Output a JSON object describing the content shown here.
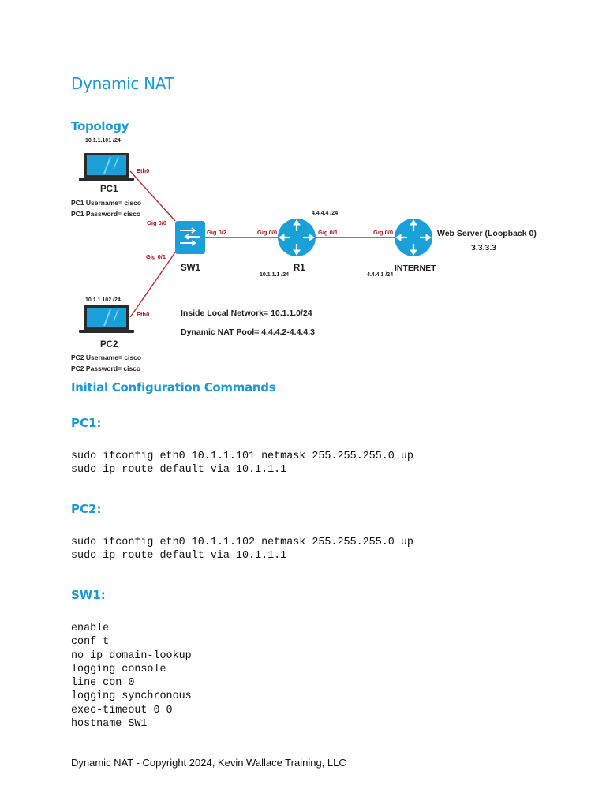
{
  "document": {
    "title": "Dynamic NAT",
    "topology_heading": "Topology",
    "initial_config_heading": "Initial Configuration Commands",
    "footer": "Dynamic NAT - Copyright 2024, Kevin Wallace Training, LLC"
  },
  "topology": {
    "pc1": {
      "ip": "10.1.1.101 /24",
      "name": "PC1",
      "username": "PC1 Username= cisco",
      "password": "PC1 Password= cisco",
      "iface": "Eth0"
    },
    "pc2": {
      "ip": "10.1.1.102 /24",
      "name": "PC2",
      "username": "PC2 Username= cisco",
      "password": "PC2 Password= cisco",
      "iface": "Eth0"
    },
    "sw1": {
      "name": "SW1",
      "port_pc1": "Gig 0/0",
      "port_pc2": "Gig 0/1",
      "port_r1": "Gig 0/2"
    },
    "r1": {
      "name": "R1",
      "ip_inside": "10.1.1.1 /24",
      "ip_outside": "4.4.4.4 /24",
      "port_inside": "Gig 0/0",
      "port_outside": "Gig 0/1"
    },
    "internet": {
      "name": "INTERNET",
      "ip": "4.4.4.1 /24",
      "port": "Gig 0/0",
      "server_label": "Web Server (Loopback 0)",
      "server_ip": "3.3.3.3"
    },
    "notes": {
      "inside_network": "Inside Local Network= 10.1.1.0/24",
      "nat_pool": "Dynamic NAT Pool= 4.4.4.2-4.4.4.3"
    },
    "colors": {
      "link": "#c0282e",
      "device_blue": "#1aa0d8",
      "device_dark": "#2b2b2b"
    }
  },
  "sections": [
    {
      "label": "PC1:",
      "code": "sudo ifconfig eth0 10.1.1.101 netmask 255.255.255.0 up\nsudo ip route default via 10.1.1.1"
    },
    {
      "label": "PC2:",
      "code": "sudo ifconfig eth0 10.1.1.102 netmask 255.255.255.0 up\nsudo ip route default via 10.1.1.1"
    },
    {
      "label": "SW1:",
      "code": "enable\nconf t\nno ip domain-lookup\nlogging console\nline con 0\nlogging synchronous\nexec-timeout 0 0\nhostname SW1"
    }
  ]
}
